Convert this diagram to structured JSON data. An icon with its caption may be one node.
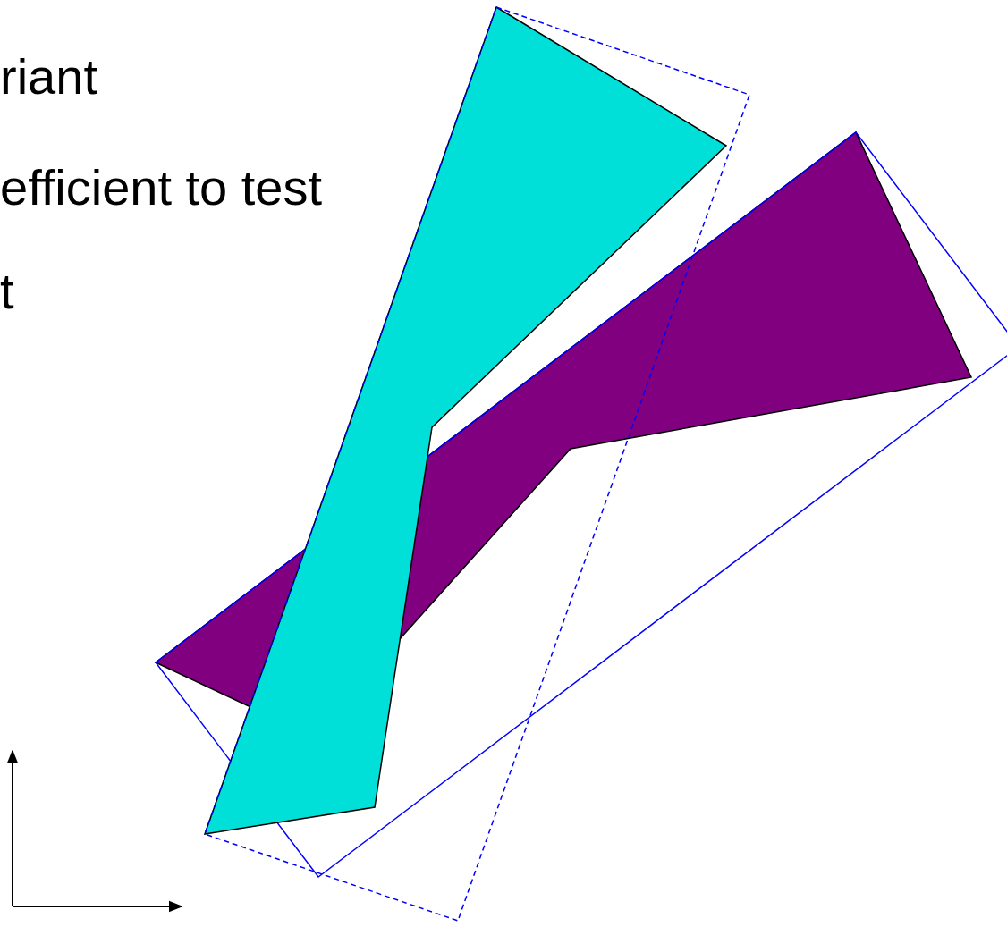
{
  "diagram": {
    "labels": [
      "riant",
      "efficient to test",
      "t"
    ]
  }
}
